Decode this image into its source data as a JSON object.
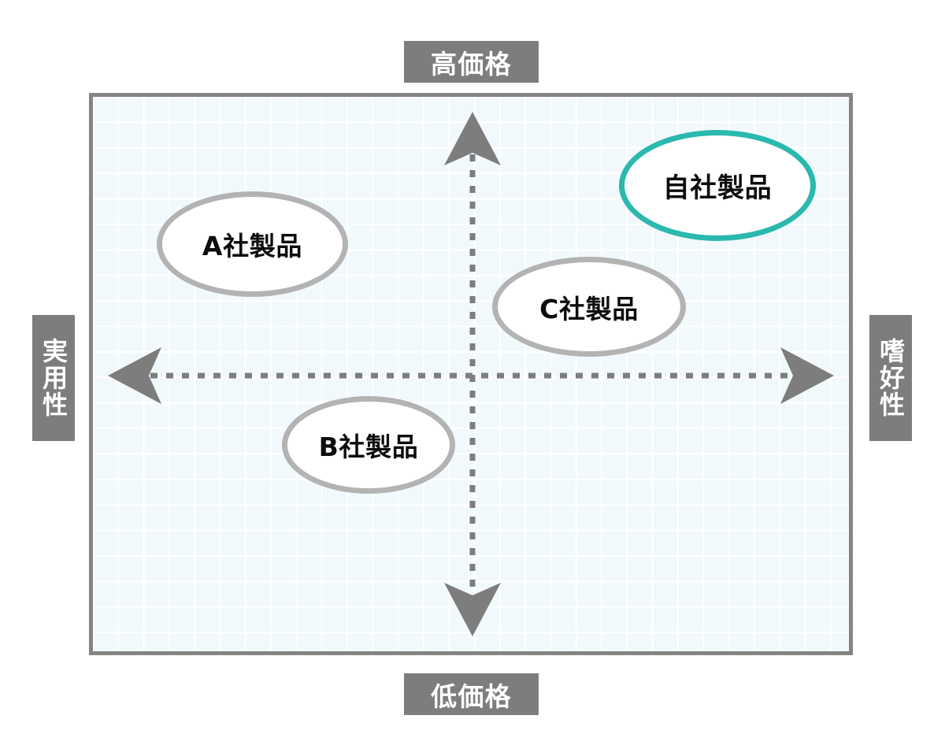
{
  "diagram": {
    "type": "positioning-map",
    "title": "",
    "axes": {
      "vertical": {
        "top_label": "高価格",
        "bottom_label": "低価格"
      },
      "horizontal": {
        "left_label": "実用性",
        "right_label": "嗜好性"
      }
    },
    "colors": {
      "accent_teal": "#2bb8ae",
      "neutral_gray": "#b3b3b3",
      "label_box_gray": "#7d7d7d",
      "frame_border": "#848484",
      "grid_background": "#f2f9fc",
      "grid_line": "#ffffff",
      "axis_line": "#7d7d7d",
      "bubble_fill": "#ffffff",
      "bubble_text": "#0d0d0d"
    },
    "items": [
      {
        "id": "own-product",
        "label": "自社製品",
        "quadrant": "high-price / preference",
        "highlighted": true,
        "outline_color": "#2bb8ae"
      },
      {
        "id": "company-a-product",
        "label": "A社製品",
        "quadrant": "high-price / practicality",
        "highlighted": false,
        "outline_color": "#b3b3b3"
      },
      {
        "id": "company-c-product",
        "label": "C社製品",
        "quadrant": "high-price / preference",
        "highlighted": false,
        "outline_color": "#b3b3b3"
      },
      {
        "id": "company-b-product",
        "label": "B社製品",
        "quadrant": "low-price / practicality",
        "highlighted": false,
        "outline_color": "#b3b3b3"
      }
    ]
  }
}
